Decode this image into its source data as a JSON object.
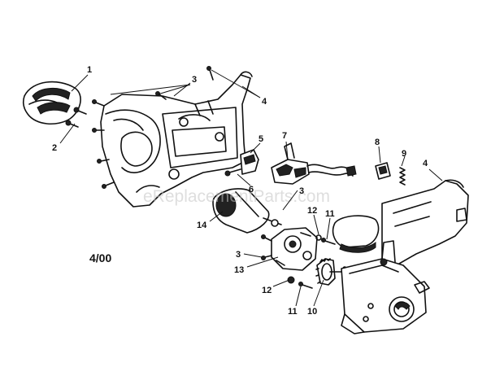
{
  "diagram": {
    "date_code": "4/00",
    "watermark": "eReplacementParts.com",
    "callouts": [
      {
        "id": "c1",
        "text": "1"
      },
      {
        "id": "c2",
        "text": "2"
      },
      {
        "id": "c3a",
        "text": "3"
      },
      {
        "id": "c4a",
        "text": "4"
      },
      {
        "id": "c5",
        "text": "5"
      },
      {
        "id": "c6",
        "text": "6"
      },
      {
        "id": "c7",
        "text": "7"
      },
      {
        "id": "c3b",
        "text": "3"
      },
      {
        "id": "c8",
        "text": "8"
      },
      {
        "id": "c9",
        "text": "9"
      },
      {
        "id": "c4b",
        "text": "4"
      },
      {
        "id": "c14",
        "text": "14"
      },
      {
        "id": "c12a",
        "text": "12"
      },
      {
        "id": "c11a",
        "text": "11"
      },
      {
        "id": "c3c",
        "text": "3"
      },
      {
        "id": "c13",
        "text": "13"
      },
      {
        "id": "c12b",
        "text": "12"
      },
      {
        "id": "c11b",
        "text": "11"
      },
      {
        "id": "c10",
        "text": "10"
      }
    ]
  }
}
